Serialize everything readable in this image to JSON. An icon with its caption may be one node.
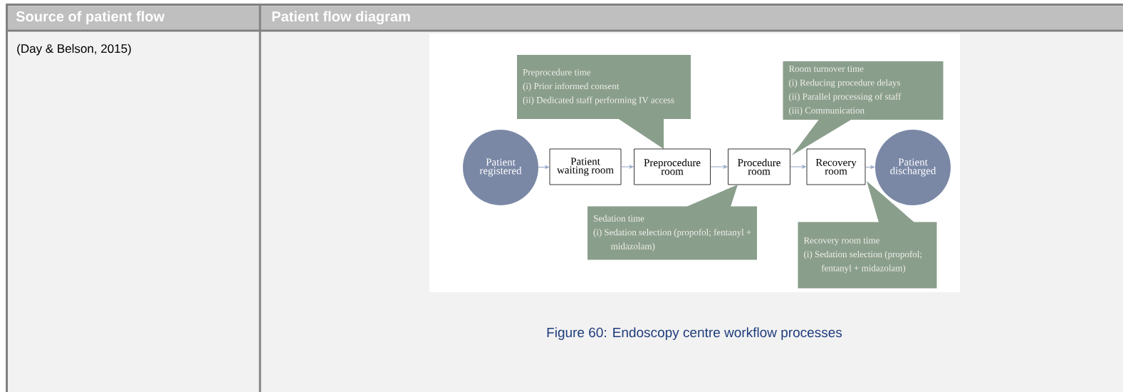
{
  "diagram": {
    "caption": "Figure 60: Endoscopy centre workflow processes",
    "nodes": [
      {
        "text": [
          "Preprocedure time",
          "(i) Prior informed consent",
          "(ii) Dedicated staff performing IV access"
        ]
      },
      {
        "text": [
          "Room turnover time",
          "(i) Reducing procedure delays",
          "(ii) Parallel processing of staff",
          "(iii) Communication"
        ]
      },
      {
        "text": [
          "Patient registered"
        ]
      },
      {
        "text": [
          "Patient waiting room"
        ]
      },
      {
        "text": [
          "Preprocedure room"
        ]
      },
      {
        "text": [
          "Procedure room"
        ]
      },
      {
        "text": [
          "Recovery room"
        ]
      },
      {
        "text": [
          "Patient discharged"
        ]
      },
      {
        "text": [
          "Sedation time",
          "(i) Sedation selection (propofol; fentanyl + midazolam)"
        ]
      },
      {
        "text": [
          "Recovery room time",
          "(i) Sedation selection (propofol; fentanyl + midazolam)"
        ]
      }
    ],
    "edges": [
      {
        "from": 2,
        "to": 3,
        "arrow": "to"
      },
      {
        "from": 3,
        "to": 4,
        "arrow": "to"
      },
      {
        "from": 4,
        "to": 5,
        "arrow": "to"
      },
      {
        "from": 5,
        "to": 6,
        "arrow": "to"
      },
      {
        "from": 6,
        "to": 7,
        "arrow": "to"
      }
    ],
    "labels": [
      "Source of patient flow",
      "Patient flow diagram",
      "(Day & Belson, 2015)"
    ]
  }
}
